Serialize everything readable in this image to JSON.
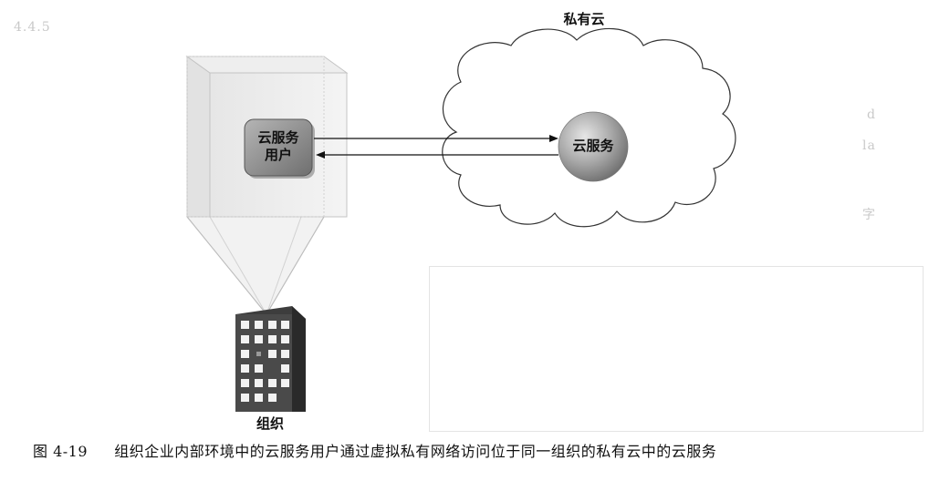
{
  "diagram": {
    "private_cloud_label": "私有云",
    "cloud_service_label": "云服务",
    "cloud_user_label_line1": "云服务",
    "cloud_user_label_line2": "用户",
    "organization_label": "组织"
  },
  "caption": {
    "figure_number": "图 4-19",
    "text": "组织企业内部环境中的云服务用户通过虚拟私有网络访问位于同一组织的私有云中的云服务"
  },
  "colors": {
    "user_box": "#8f8f8f",
    "service_sphere": "#a3a3a3",
    "building": "#4a4a4a",
    "prism": "#ececec"
  }
}
